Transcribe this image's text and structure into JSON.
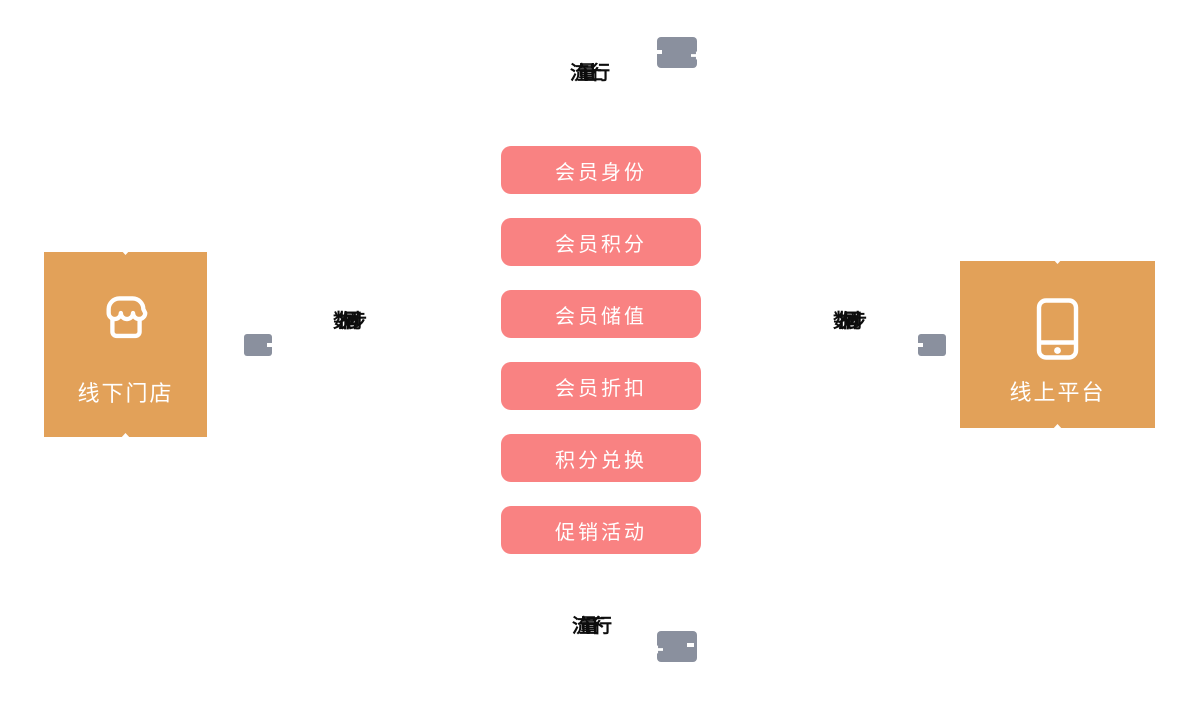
{
  "colors": {
    "node_orange": "#e2a159",
    "pill_pink": "#f98282",
    "badge_gray": "#8a909e",
    "label_black": "#0d0d0d",
    "text_white": "#ffffff"
  },
  "left_node": {
    "label": "线下门店",
    "icon": "storefront-icon"
  },
  "right_node": {
    "label": "线上平台",
    "icon": "smartphone-icon"
  },
  "features": [
    "会员身份",
    "会员积分",
    "会员储值",
    "会员折扣",
    "积分兑换",
    "促销活动"
  ],
  "flows": {
    "top_label": "流量上行",
    "bottom_label": "流量下行",
    "left_sync_label": "数据同步",
    "right_sync_label": "数据同步"
  }
}
